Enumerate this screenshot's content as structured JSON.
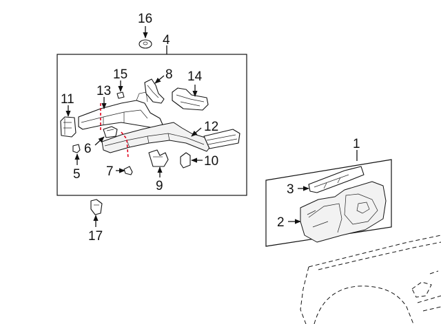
{
  "diagram": {
    "cutline_color": "#e0001b",
    "callouts": {
      "c1": "1",
      "c2": "2",
      "c3": "3",
      "c4": "4",
      "c5": "5",
      "c6": "6",
      "c7": "7",
      "c8": "8",
      "c9": "9",
      "c10": "10",
      "c11": "11",
      "c12": "12",
      "c13": "13",
      "c14": "14",
      "c15": "15",
      "c16": "16",
      "c17": "17"
    }
  }
}
